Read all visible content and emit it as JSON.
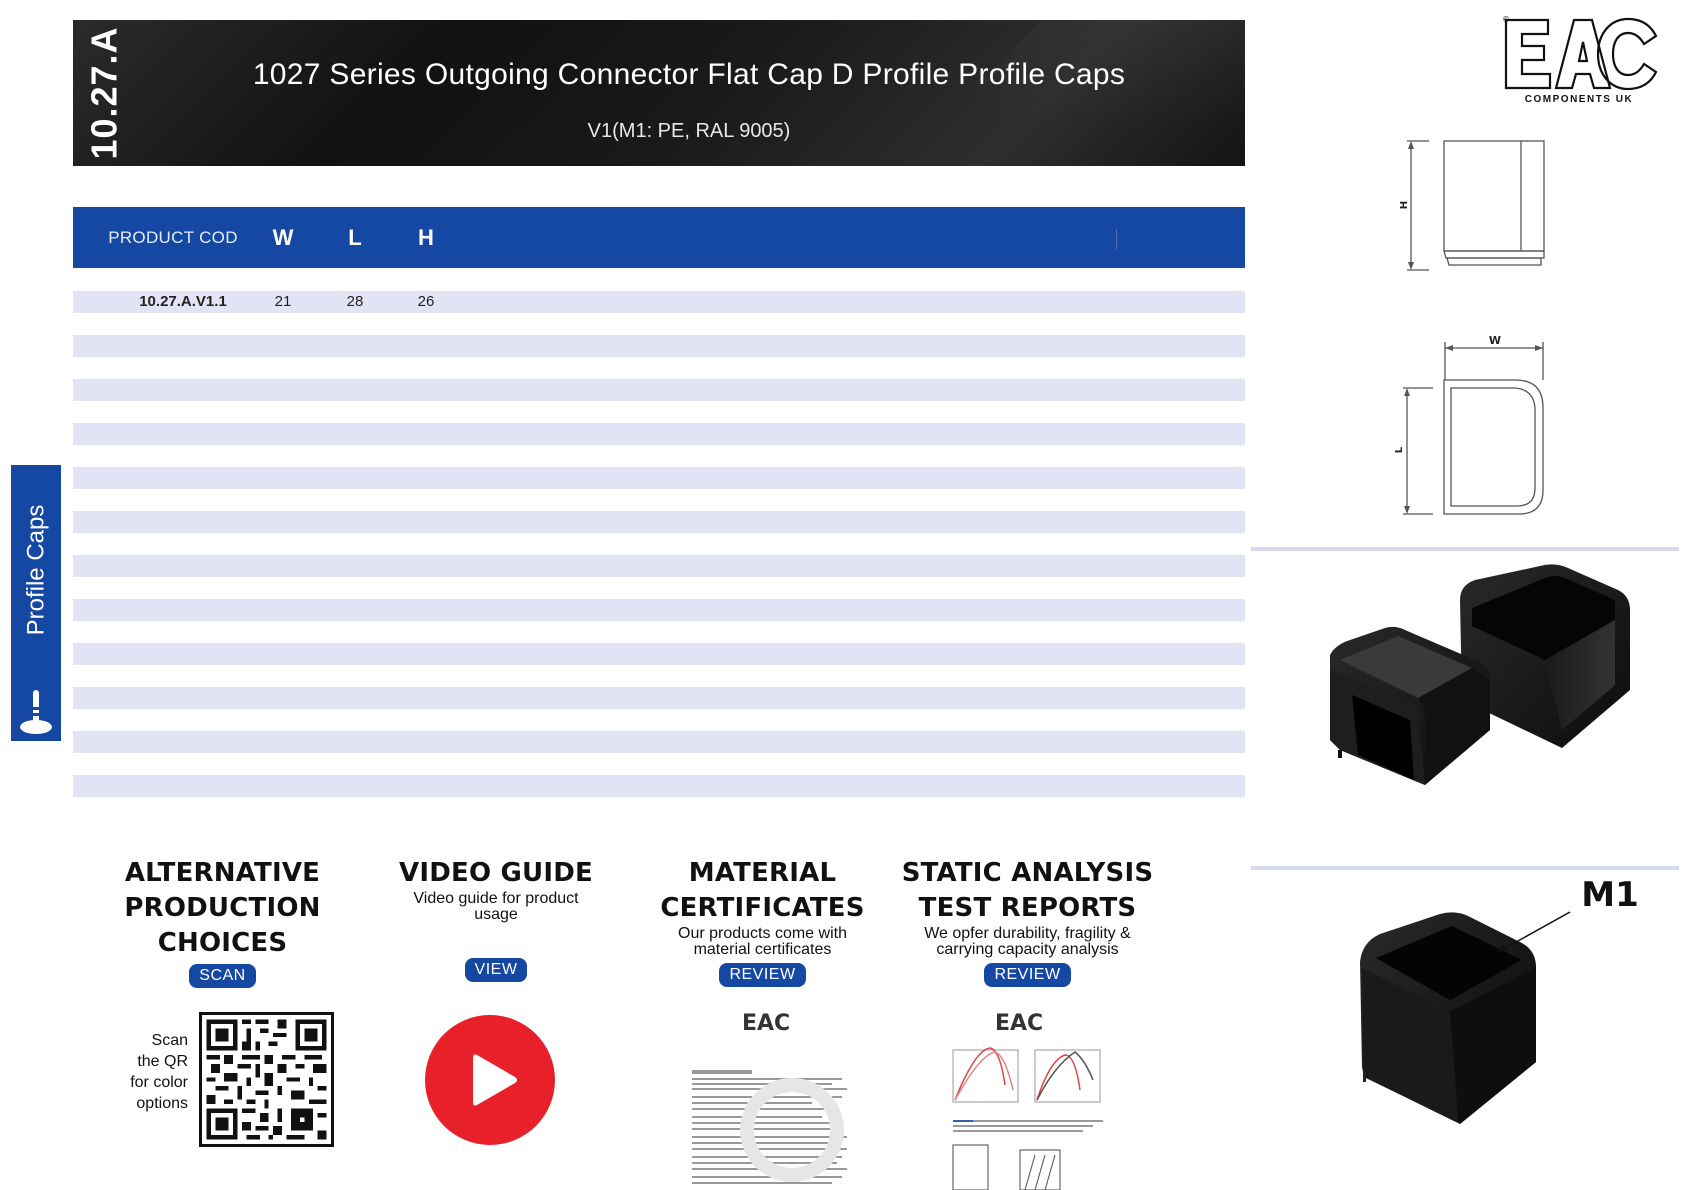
{
  "header": {
    "code": "10.27.A",
    "title": "1027 Series Outgoing Connector Flat Cap D Profile Profile Caps",
    "subtitle": "V1(M1: PE, RAL 9005)"
  },
  "logo": {
    "text": "EAC",
    "subtext": "COMPONENTS UK"
  },
  "side_tab": {
    "label": "Profile Caps",
    "icon": "profile-cap-icon"
  },
  "table": {
    "columns": [
      "PRODUCT COD",
      "W",
      "L",
      "H"
    ],
    "rows": [
      {
        "code": "10.27.A.V1.1",
        "w": "21",
        "l": "28",
        "h": "26"
      }
    ]
  },
  "drawings": {
    "side_view_dim": "H",
    "top_view_width_dim": "W",
    "top_view_length_dim": "L",
    "material_callout": "M1"
  },
  "sections": {
    "alternative": {
      "title_lines": [
        "ALTERNATIVE",
        "PRODUCTION",
        "CHOICES"
      ],
      "button": "SCAN",
      "qr_text_lines": [
        "Scan",
        "the QR",
        "for color",
        "options"
      ]
    },
    "video": {
      "title": "VIDEO GUIDE",
      "desc_lines": [
        "Video guide for product",
        "usage"
      ],
      "button": "VIEW"
    },
    "material": {
      "title_lines": [
        "MATERIAL",
        "CERTIFICATES"
      ],
      "desc_lines": [
        "Our products come with",
        "material certificates"
      ],
      "button": "REVIEW"
    },
    "static": {
      "title_lines": [
        "STATIC ANALYSIS",
        "TEST REPORTS"
      ],
      "desc_lines": [
        "We opfer durability, fragility &",
        "carrying capacity analysis"
      ],
      "button": "REVIEW"
    }
  },
  "colors": {
    "brand_blue": "#1448a3",
    "row_stripe": "#e2e3f4",
    "play_red": "#e8202a"
  }
}
